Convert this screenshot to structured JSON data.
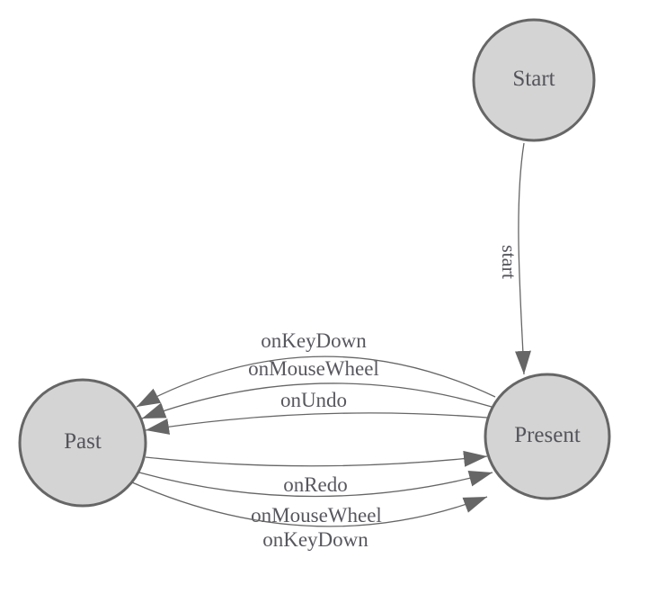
{
  "diagram": {
    "type": "state-machine",
    "background": "#ffffff",
    "colors": {
      "node_fill": "#d4d4d4",
      "node_stroke": "#666666",
      "edge_stroke": "#666666",
      "arrowhead_fill": "#666666",
      "label_text": "#57575e"
    },
    "nodes": [
      {
        "id": "start",
        "label": "Start"
      },
      {
        "id": "present",
        "label": "Present"
      },
      {
        "id": "past",
        "label": "Past"
      }
    ],
    "edges": [
      {
        "from": "start",
        "to": "present",
        "label": "start"
      },
      {
        "from": "present",
        "to": "past",
        "label": "onKeyDown"
      },
      {
        "from": "present",
        "to": "past",
        "label": "onMouseWheel"
      },
      {
        "from": "present",
        "to": "past",
        "label": "onUndo"
      },
      {
        "from": "past",
        "to": "present",
        "label": "onRedo"
      },
      {
        "from": "past",
        "to": "present",
        "label": "onMouseWheel"
      },
      {
        "from": "past",
        "to": "present",
        "label": "onKeyDown"
      }
    ]
  }
}
